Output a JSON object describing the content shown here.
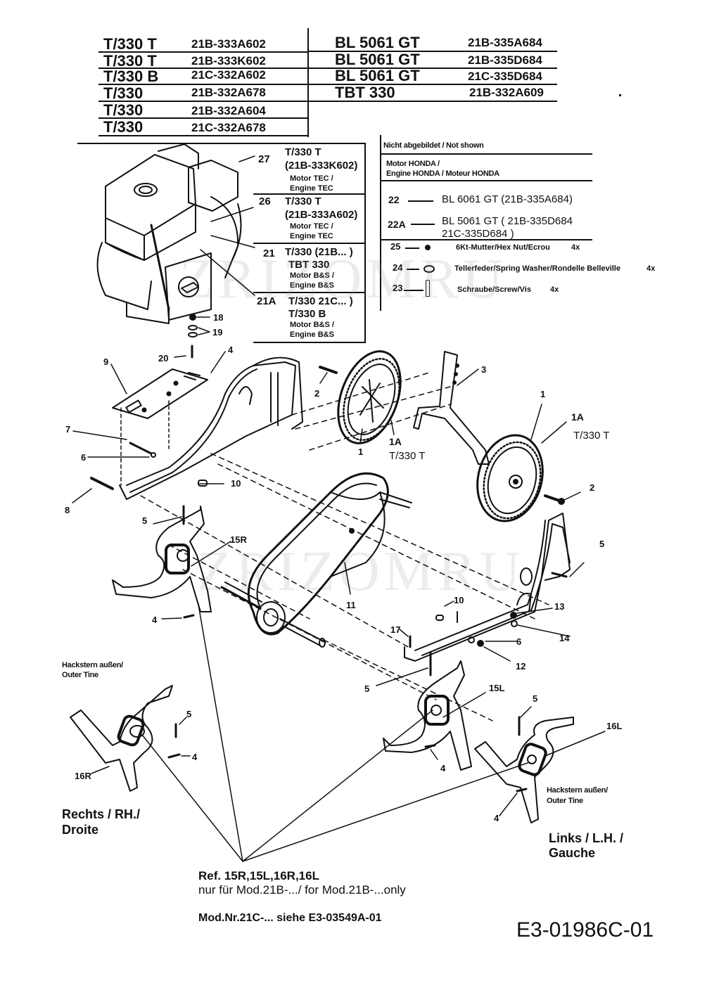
{
  "model_table": {
    "left": [
      {
        "name": "T/330 T",
        "code": "21B-333A602"
      },
      {
        "name": "T/330 T",
        "code": "21B-333K602"
      },
      {
        "name": "T/330 B",
        "code": "21C-332A602"
      },
      {
        "name": "T/330",
        "code": "21B-332A678"
      },
      {
        "name": "T/330",
        "code": "21B-332A604"
      },
      {
        "name": "T/330",
        "code": "21C-332A678"
      }
    ],
    "right": [
      {
        "name": "BL 5061 GT",
        "code": "21B-335A684"
      },
      {
        "name": "BL 5061 GT",
        "code": "21B-335D684"
      },
      {
        "name": "BL 5061 GT",
        "code": "21C-335D684"
      },
      {
        "name": "TBT 330",
        "code": "21B-332A609"
      }
    ]
  },
  "engine_table": [
    {
      "ref": "27",
      "model": "T/330 T",
      "model2": "(21B-333K602)",
      "sub1": "Motor TEC /",
      "sub2": "Engine TEC"
    },
    {
      "ref": "26",
      "model": "T/330 T",
      "model2": "(21B-333A602)",
      "sub1": "Motor TEC /",
      "sub2": "Engine TEC"
    },
    {
      "ref": "21",
      "model": "T/330 (21B... )",
      "model2": "TBT 330",
      "sub1": "Motor B&S /",
      "sub2": "Engine B&S"
    },
    {
      "ref": "21A",
      "model": "T/330 21C... )",
      "model2": "T/330 B",
      "sub1": "Motor B&S /",
      "sub2": "Engine B&S"
    }
  ],
  "not_shown": {
    "title": "Nicht abgebildet / Not shown",
    "engine_line1": "Motor HONDA /",
    "engine_line2": "Engine HONDA / Moteur HONDA",
    "items": [
      {
        "ref": "22",
        "text": "BL 6061 GT (21B-335A684)"
      },
      {
        "ref": "22A",
        "text": "BL 5061 GT ( 21B-335D684",
        "text2": "21C-335D684 )"
      }
    ],
    "hardware": [
      {
        "ref": "25",
        "icon": "hex-nut-icon",
        "text": "6Kt-Mutter/Hex Nut/Ecrou",
        "qty": "4x"
      },
      {
        "ref": "24",
        "icon": "spring-washer-icon",
        "text": "Tellerfeder/Spring Washer/Rondelle Belleville",
        "qty": "4x"
      },
      {
        "ref": "23",
        "icon": "screw-icon",
        "text": "Schraube/Screw/Vis",
        "qty": "4x"
      }
    ]
  },
  "callouts": {
    "c18": "18",
    "c19": "19",
    "c20": "20",
    "c4a": "4",
    "c9": "9",
    "c7": "7",
    "c6a": "6",
    "c8": "8",
    "c10a": "10",
    "c2a": "2",
    "c1a": "1",
    "c1Aa": "1A",
    "t330a": "T/330 T",
    "c3": "3",
    "c1b": "1",
    "c1Ab": "1A",
    "t330b": "T/330 T",
    "c2b": "2",
    "c5a": "5",
    "c15R": "15R",
    "c11": "11",
    "c4b": "4",
    "c5b": "5",
    "c10b": "10",
    "c13": "13",
    "c14": "14",
    "c6b": "6",
    "c12": "12",
    "c17": "17",
    "c5c": "5",
    "c15L": "15L",
    "c5d": "5",
    "c16L": "16L",
    "c4c": "4",
    "c4d": "4",
    "c5e": "5",
    "c16R": "16R",
    "c4e": "4"
  },
  "tine_labels": {
    "outer_right_1": "Hackstern außen/",
    "outer_right_2": "Outer Tine",
    "outer_left_1": "Hackstern außen/",
    "outer_left_2": "Outer Tine"
  },
  "side_labels": {
    "right_1": "Rechts / RH./",
    "right_2": "Droite",
    "left_1": "Links / L.H. /",
    "left_2": "Gauche"
  },
  "notes": {
    "ref_line1": "Ref. 15R,15L,16R,16L",
    "ref_line2": "nur für Mod.21B-.../ for Mod.21B-...only",
    "mod_note": "Mod.Nr.21C-... siehe E3-03549A-01"
  },
  "document_number": "E3-01986C-01",
  "watermark": "ZRIZOMRU"
}
